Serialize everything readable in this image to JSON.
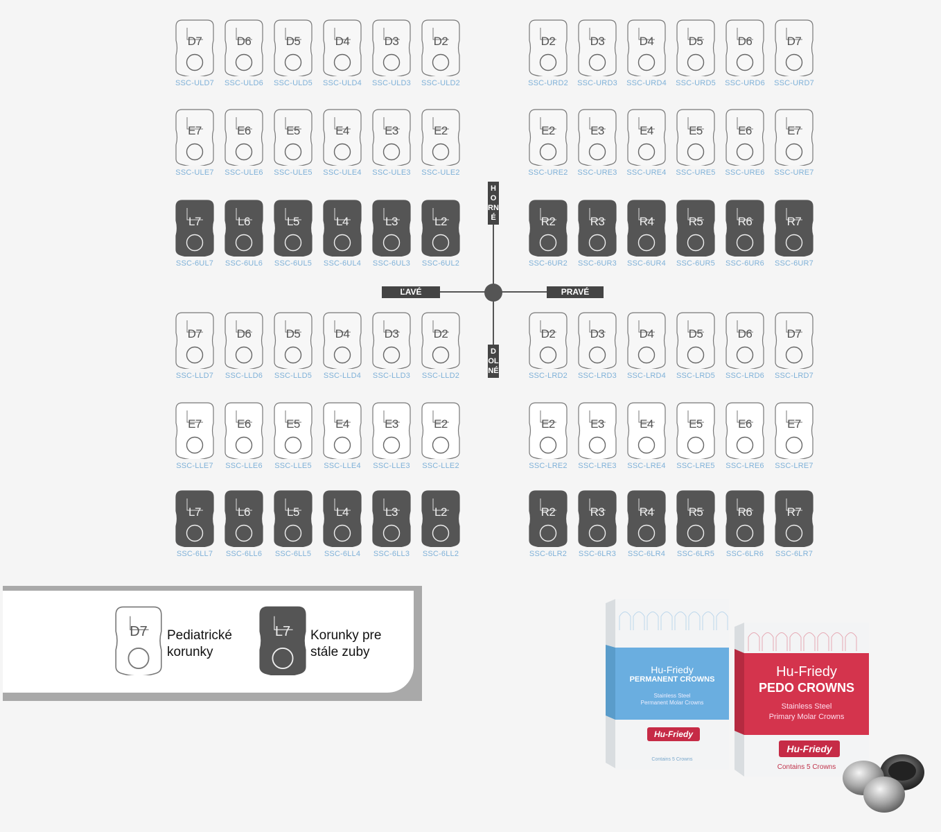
{
  "axis_labels": {
    "top": "HORNÉ",
    "bottom": "DOLNÉ",
    "left": "ĽAVÉ",
    "right": "PRAVÉ"
  },
  "upper_left": {
    "row_d": {
      "style": "light",
      "teeth": [
        "D7",
        "D6",
        "D5",
        "D4",
        "D3",
        "D2"
      ],
      "codes": [
        "SSC-ULD7",
        "SSC-ULD6",
        "SSC-ULD5",
        "SSC-ULD4",
        "SSC-ULD3",
        "SSC-ULD2"
      ]
    },
    "row_e": {
      "style": "light",
      "teeth": [
        "E7",
        "E6",
        "E5",
        "E4",
        "E3",
        "E2"
      ],
      "codes": [
        "SSC-ULE7",
        "SSC-ULE6",
        "SSC-ULE5",
        "SSC-ULE4",
        "SSC-ULE3",
        "SSC-ULE2"
      ]
    },
    "row_6": {
      "style": "dark",
      "teeth": [
        "L7",
        "L6",
        "L5",
        "L4",
        "L3",
        "L2"
      ],
      "codes": [
        "SSC-6UL7",
        "SSC-6UL6",
        "SSC-6UL5",
        "SSC-6UL4",
        "SSC-6UL3",
        "SSC-6UL2"
      ]
    }
  },
  "upper_right": {
    "row_d": {
      "style": "light",
      "teeth": [
        "D2",
        "D3",
        "D4",
        "D5",
        "D6",
        "D7"
      ],
      "codes": [
        "SSC-URD2",
        "SSC-URD3",
        "SSC-URD4",
        "SSC-URD5",
        "SSC-URD6",
        "SSC-URD7"
      ]
    },
    "row_e": {
      "style": "light",
      "teeth": [
        "E2",
        "E3",
        "E4",
        "E5",
        "E6",
        "E7"
      ],
      "codes": [
        "SSC-URE2",
        "SSC-URE3",
        "SSC-URE4",
        "SSC-URE5",
        "SSC-URE6",
        "SSC-URE7"
      ]
    },
    "row_6": {
      "style": "dark",
      "teeth": [
        "R2",
        "R3",
        "R4",
        "R5",
        "R6",
        "R7"
      ],
      "codes": [
        "SSC-6UR2",
        "SSC-6UR3",
        "SSC-6UR4",
        "SSC-6UR5",
        "SSC-6UR6",
        "SSC-6UR7"
      ]
    }
  },
  "lower_left": {
    "row_d": {
      "style": "light",
      "teeth": [
        "D7",
        "D6",
        "D5",
        "D4",
        "D3",
        "D2"
      ],
      "codes": [
        "SSC-LLD7",
        "SSC-LLD6",
        "SSC-LLD5",
        "SSC-LLD4",
        "SSC-LLD3",
        "SSC-LLD2"
      ]
    },
    "row_e": {
      "style": "light",
      "teeth": [
        "E7",
        "E6",
        "E5",
        "E4",
        "E3",
        "E2"
      ],
      "codes": [
        "SSC-LLE7",
        "SSC-LLE6",
        "SSC-LLE5",
        "SSC-LLE4",
        "SSC-LLE3",
        "SSC-LLE2"
      ]
    },
    "row_6": {
      "style": "dark",
      "teeth": [
        "L7",
        "L6",
        "L5",
        "L4",
        "L3",
        "L2"
      ],
      "codes": [
        "SSC-6LL7",
        "SSC-6LL6",
        "SSC-6LL5",
        "SSC-6LL4",
        "SSC-6LL3",
        "SSC-6LL2"
      ]
    }
  },
  "lower_right": {
    "row_d": {
      "style": "light",
      "teeth": [
        "D2",
        "D3",
        "D4",
        "D5",
        "D6",
        "D7"
      ],
      "codes": [
        "SSC-LRD2",
        "SSC-LRD3",
        "SSC-LRD4",
        "SSC-LRD5",
        "SSC-LRD6",
        "SSC-LRD7"
      ]
    },
    "row_e": {
      "style": "light",
      "teeth": [
        "E2",
        "E3",
        "E4",
        "E5",
        "E6",
        "E7"
      ],
      "codes": [
        "SSC-LRE2",
        "SSC-LRE3",
        "SSC-LRE4",
        "SSC-LRE5",
        "SSC-LRE6",
        "SSC-LRE7"
      ]
    },
    "row_6": {
      "style": "dark",
      "teeth": [
        "R2",
        "R3",
        "R4",
        "R5",
        "R6",
        "R7"
      ],
      "codes": [
        "SSC-6LR2",
        "SSC-6LR3",
        "SSC-6LR4",
        "SSC-6LR5",
        "SSC-6LR6",
        "SSC-6LR7"
      ]
    }
  },
  "legend": {
    "pediatric": {
      "tooth": "D7",
      "text_line1": "Pediatrické",
      "text_line2": "korunky"
    },
    "permanent": {
      "tooth": "L7",
      "text_line1": "Korunky pre",
      "text_line2": "stále zuby"
    }
  },
  "product_permanent": {
    "brand": "Hu-Friedy",
    "name": "PERMANENT CROWNS",
    "sub1": "Stainless Steel",
    "sub2": "Permanent Molar Crowns",
    "logo": "Hu-Friedy",
    "count": "Contains 5 Crowns"
  },
  "product_pedo": {
    "brand": "Hu-Friedy",
    "name": "PEDO CROWNS",
    "sub1": "Stainless Steel",
    "sub2": "Primary Molar Crowns",
    "logo": "Hu-Friedy",
    "count": "Contains 5 Crowns"
  },
  "colors": {
    "dark_crown": "#555555",
    "light_crown_stroke": "#777777",
    "code_text": "#7fb1d8",
    "permanent_box": "#6aaee0",
    "pedo_box": "#d4344d"
  }
}
